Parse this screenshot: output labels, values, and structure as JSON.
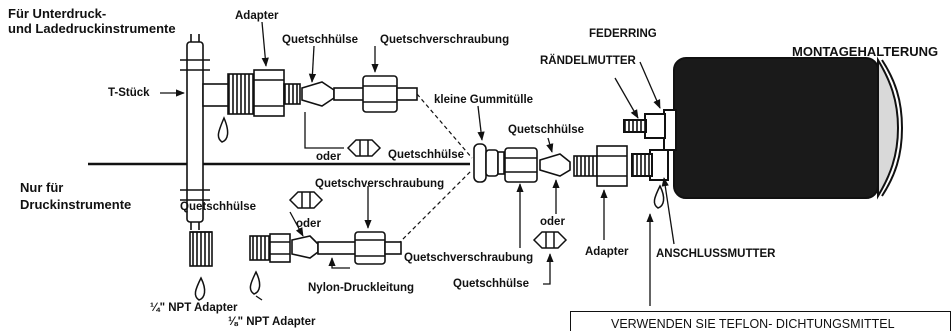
{
  "labels": {
    "vacuum_boost": [
      "Für  Unterdruck-",
      "und Ladedruckinstrumente"
    ],
    "adapter_top": "Adapter",
    "quetschhuelse_top": "Quetschhülse",
    "quetschverschraubung_top": "Quetschverschraubung",
    "t_stueck": "T-Stück",
    "oder_top": "oder",
    "quetschhuelse_alt_top": "Quetschhülse",
    "kleine_gummituelle": "kleine Gummitülle",
    "quetschhuelse_mid": "Quetschhülse",
    "federring": "FEDERRING",
    "raendelmutter": "RÄNDELMUTTER",
    "montagehalterung": "MONTAGEHALTERUNG",
    "pressure_only": [
      "Nur für",
      "Druckinstrumente"
    ],
    "quetschverschraubung_bottom": "Quetschverschraubung",
    "quetschhuelse_bottom": "Quetschhülse",
    "oder_bottom": "oder",
    "oder_mid": "oder",
    "quetschverschraubung_mid": "Quetschverschraubung",
    "adapter_mid": "Adapter",
    "anschlussmutter": "ANSCHLUSSMUTTER",
    "nylon_druckleitung": "Nylon-Druckleitung",
    "quetschhuelse_mid_bottom": "Quetschhülse",
    "npt_quarter": "¼\" NPT Adapter",
    "npt_eighth": "⅛\" NPT Adapter",
    "teflon_note": "VERWENDEN SIE TEFLON- DICHTUNGSMITTEL"
  },
  "colors": {
    "ink": "#111111",
    "gauge_body": "#1a1a1a",
    "paper": "#ffffff"
  }
}
